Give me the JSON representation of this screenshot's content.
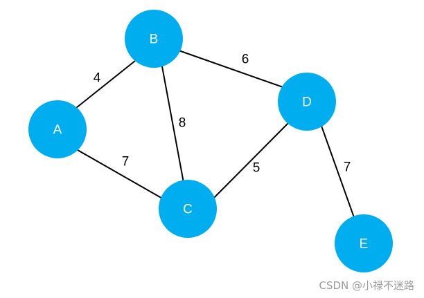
{
  "diagram": {
    "nodes": [
      {
        "id": "A",
        "label": "A"
      },
      {
        "id": "B",
        "label": "B"
      },
      {
        "id": "C",
        "label": "C"
      },
      {
        "id": "D",
        "label": "D"
      },
      {
        "id": "E",
        "label": "E"
      }
    ],
    "edges": [
      {
        "from": "A",
        "to": "B",
        "weight": "4"
      },
      {
        "from": "A",
        "to": "C",
        "weight": "7"
      },
      {
        "from": "B",
        "to": "C",
        "weight": "8"
      },
      {
        "from": "B",
        "to": "D",
        "weight": "6"
      },
      {
        "from": "C",
        "to": "D",
        "weight": "5"
      },
      {
        "from": "D",
        "to": "E",
        "weight": "7"
      }
    ],
    "colors": {
      "node_fill": "#00aeef",
      "node_text": "#ffffff",
      "edge": "#000000",
      "weight_text": "#000000"
    }
  },
  "watermark": {
    "text": "CSDN @小禄不迷路"
  }
}
